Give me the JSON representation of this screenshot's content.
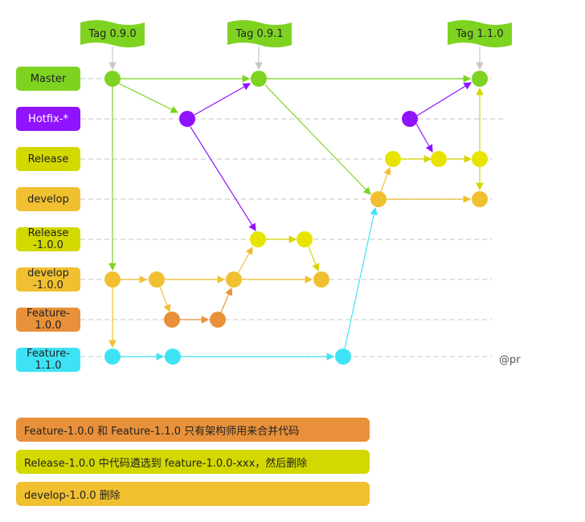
{
  "tags": [
    {
      "id": "tag-090",
      "label": "Tag 0.9.0"
    },
    {
      "id": "tag-091",
      "label": "Tag 0.9.1"
    },
    {
      "id": "tag-110",
      "label": "Tag 1.1.0"
    }
  ],
  "lanes": [
    {
      "id": "master",
      "label": "Master",
      "color": "#7ed321"
    },
    {
      "id": "hotfix",
      "label": "Hotfix-*",
      "color": "#9013fe"
    },
    {
      "id": "release",
      "label": "Release",
      "color": "#d3d800"
    },
    {
      "id": "develop",
      "label": "develop",
      "color": "#f0c030"
    },
    {
      "id": "release-100",
      "label": "Release\n-1.0.0",
      "color": "#d3d800"
    },
    {
      "id": "develop-100",
      "label": "develop\n-1.0.0",
      "color": "#f0c030"
    },
    {
      "id": "feature-100",
      "label": "Feature-\n1.0.0",
      "color": "#e8913a"
    },
    {
      "id": "feature-110",
      "label": "Feature-\n1.1.0",
      "color": "#3de3f5"
    }
  ],
  "notes": [
    {
      "id": "note-merge",
      "text": "Feature-1.0.0 和 Feature-1.1.0 只有架构师用来合并代码",
      "color": "#e8913a"
    },
    {
      "id": "note-cherry",
      "text": "Release-1.0.0 中代码遴选到 feature-1.0.0-xxx，然后删除",
      "color": "#d3d800"
    },
    {
      "id": "note-delete",
      "text": "develop-1.0.0 删除",
      "color": "#f0c030"
    }
  ],
  "watermark": "@pr",
  "colors": {
    "master": "#7ed321",
    "hotfix": "#9013fe",
    "release": "#d3d800",
    "develop": "#f0c030",
    "feature100": "#e8913a",
    "feature110": "#3de3f5",
    "tagArrow": "#c8c8c8",
    "dash": "#d8d8d8"
  }
}
